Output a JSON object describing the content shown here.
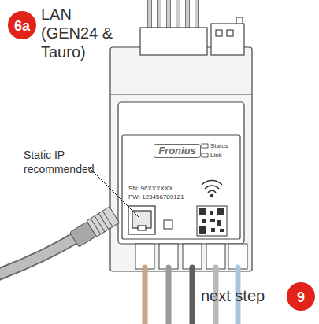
{
  "diagram": {
    "nodes": [
      {
        "text": [
          "6a"
        ]
      },
      {
        "text": [
          "Fronius",
          "SN: 96XXXXXX",
          "PW: 123456789121",
          "Status",
          "Link"
        ]
      },
      {
        "text": [
          "9"
        ]
      }
    ],
    "labels": [
      "LAN (GEN24 & Tauro)",
      "Static IP recommended",
      "next step"
    ]
  }
}
